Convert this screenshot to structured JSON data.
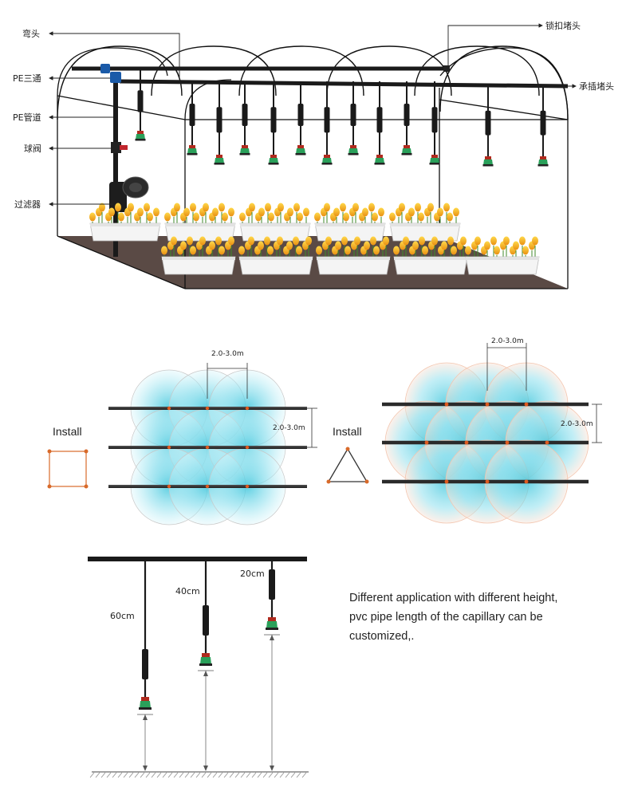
{
  "greenhouse": {
    "labels_left": {
      "elbow": "弯头",
      "pe_tee": "PE三通",
      "pe_pipe": "PE管道",
      "ball_valve": "球阀",
      "filter": "过滤器"
    },
    "labels_right": {
      "lock_plug": "锁扣堵头",
      "socket_plug": "承插堵头"
    }
  },
  "layouts": {
    "install_label": "Install",
    "square": {
      "spacing_h": "2.0-3.0m",
      "spacing_v": "2.0-3.0m"
    },
    "triangle": {
      "spacing_h": "2.0-3.0m",
      "spacing_v": "2.0-3.0m"
    }
  },
  "heights": {
    "h60": "60cm",
    "h40": "40cm",
    "h20": "20cm"
  },
  "description": {
    "line1": "Different application  with different height,",
    "line2": "pvc pipe length of the capillary can be",
    "line3": "customized,."
  },
  "colors": {
    "pipe": "#1a1a1a",
    "spray": "#7fdbea",
    "spray_dark": "#4cc9dd",
    "node": "#e05a1e",
    "flower": "#f5b716",
    "soil": "#5a4a45"
  }
}
